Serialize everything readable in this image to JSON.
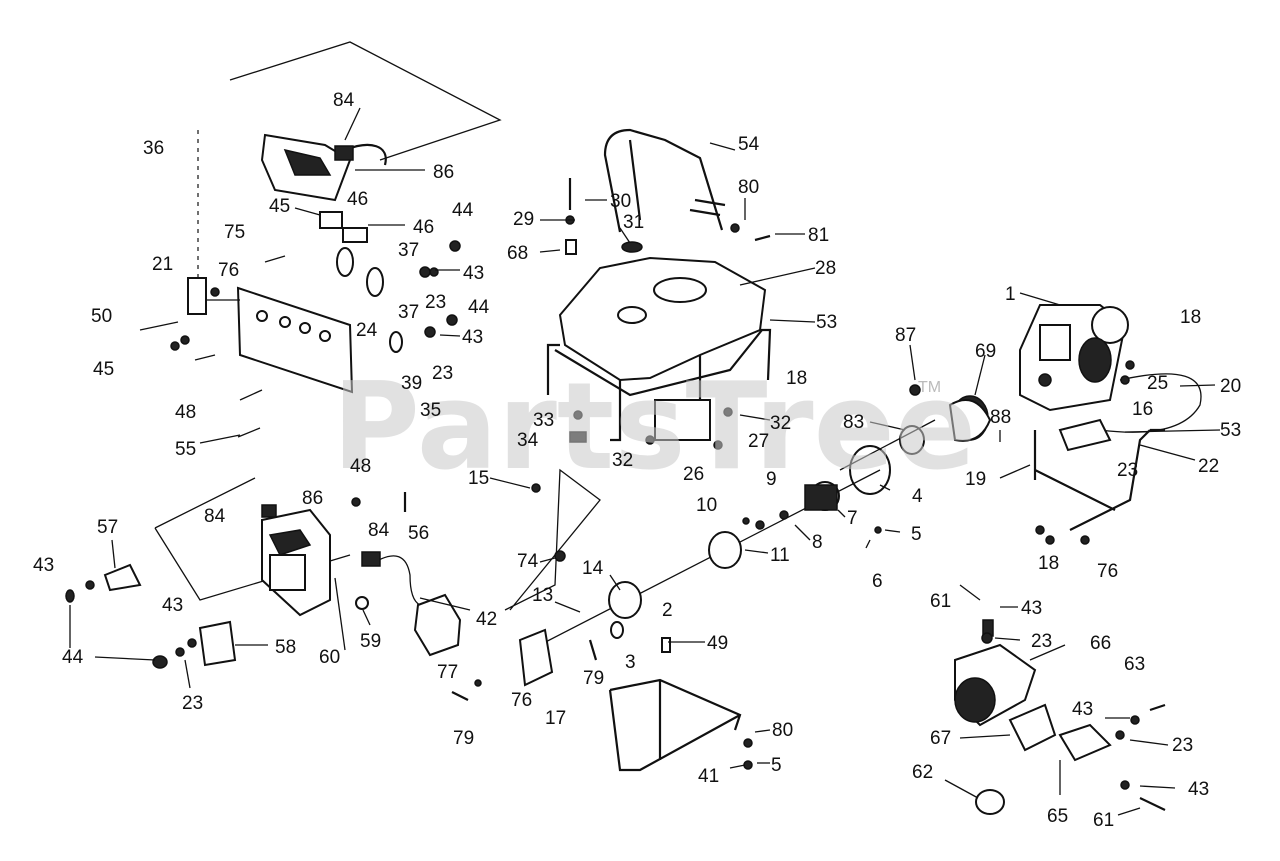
{
  "watermark": "PartsTree",
  "trademark": "TM",
  "labels": {
    "p84a": "84",
    "p36": "36",
    "p86a": "86",
    "p46a": "46",
    "p45a": "45",
    "p46b": "46",
    "p44a": "44",
    "p75": "75",
    "p37": "37",
    "p43a": "43",
    "p21": "21",
    "p76a": "76",
    "p23a": "23",
    "p44b": "44",
    "p50": "50",
    "p24": "24",
    "p43b": "43",
    "p45b": "45",
    "p23b": "23",
    "p39": "39",
    "p48a": "48",
    "p35": "35",
    "p55": "55",
    "p48b": "48",
    "p54": "54",
    "p30": "30",
    "p80a": "80",
    "p29": "29",
    "p31": "31",
    "p81": "81",
    "p68": "68",
    "p28": "28",
    "p53a": "53",
    "p18a": "18",
    "p33": "33",
    "p32a": "32",
    "p34": "34",
    "p27": "27",
    "p32b": "32",
    "p26": "26",
    "p15": "15",
    "p1": "1",
    "p18b": "18",
    "p87": "87",
    "p69": "69",
    "p25": "25",
    "p20": "20",
    "p88": "88",
    "p16": "16",
    "p83": "83",
    "p53b": "53",
    "p19": "19",
    "p23c": "23",
    "p22": "22",
    "p4": "4",
    "p18c": "18",
    "p76b": "76",
    "p10": "10",
    "p9": "9",
    "p7": "7",
    "p8": "8",
    "p5a": "5",
    "p6": "6",
    "p11": "11",
    "p86b": "86",
    "p56": "56",
    "p84b": "84",
    "p84c": "84",
    "p57": "57",
    "p74": "74",
    "p14": "14",
    "p43c": "43",
    "p13": "13",
    "p2": "2",
    "p42": "42",
    "p43d": "43",
    "p44c": "44",
    "p58": "58",
    "p60": "60",
    "p59": "59",
    "p49": "49",
    "p3": "3",
    "p77": "77",
    "p79a": "79",
    "p76c": "76",
    "p23d": "23",
    "p17": "17",
    "p79b": "79",
    "p80b": "80",
    "p5b": "5",
    "p41": "41",
    "p61a": "61",
    "p43e": "43",
    "p23e": "23",
    "p66": "66",
    "p63": "63",
    "p43f": "43",
    "p67": "67",
    "p23f": "23",
    "p62": "62",
    "p43g": "43",
    "p65": "65",
    "p61b": "61"
  }
}
